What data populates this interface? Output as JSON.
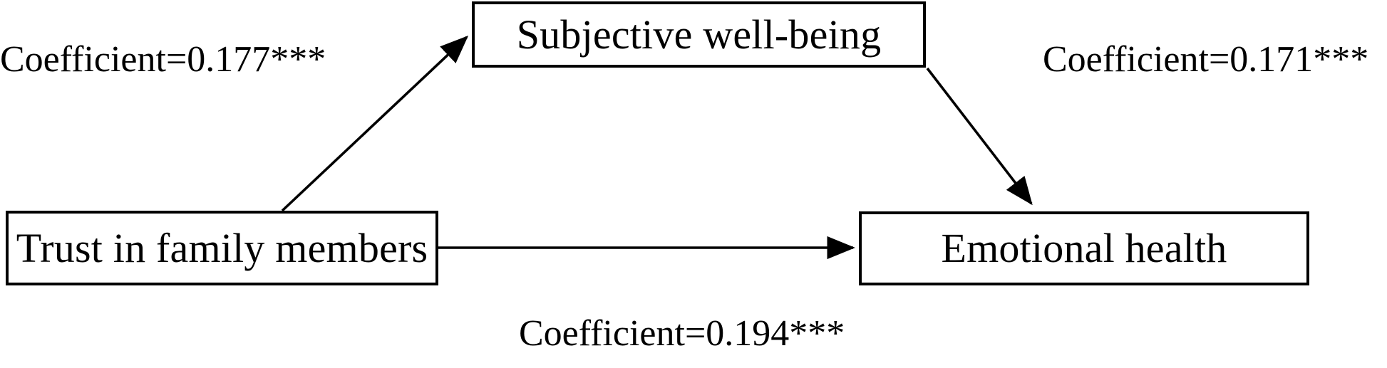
{
  "figure": {
    "type": "mediation-path-diagram",
    "background_color": "#ffffff",
    "line_color": "#000000",
    "text_color": "#000000"
  },
  "nodes": {
    "mediator": {
      "id": "subjective-well-being",
      "label": "Subjective well-being",
      "role": "mediator"
    },
    "predictor": {
      "id": "trust-in-family-members",
      "label": "Trust in family members",
      "role": "independent-variable"
    },
    "outcome": {
      "id": "emotional-health",
      "label": "Emotional health",
      "role": "dependent-variable"
    }
  },
  "edges": {
    "a_path": {
      "from": "Trust in family members",
      "to": "Subjective well-being",
      "label": "Coefficient=0.177***",
      "coefficient": 0.177,
      "significance": "***"
    },
    "b_path": {
      "from": "Subjective well-being",
      "to": "Emotional health",
      "label": "Coefficient=0.171***",
      "coefficient": 0.171,
      "significance": "***"
    },
    "c_path": {
      "from": "Trust in family members",
      "to": "Emotional health",
      "label": "Coefficient=0.194***",
      "coefficient": 0.194,
      "significance": "***"
    }
  }
}
